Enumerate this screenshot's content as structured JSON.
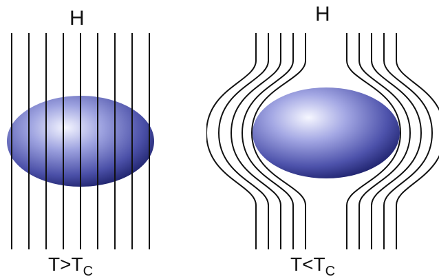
{
  "left": {
    "field_label": "H",
    "temp_main": "T>T",
    "temp_sub": "C"
  },
  "right": {
    "field_label": "H",
    "temp_main": "T<T",
    "temp_sub": "C"
  },
  "colors": {
    "line": "#111111",
    "sphere_center": "#eef0ff",
    "sphere_mid": "#6a6fc0",
    "sphere_edge": "#20246e"
  }
}
